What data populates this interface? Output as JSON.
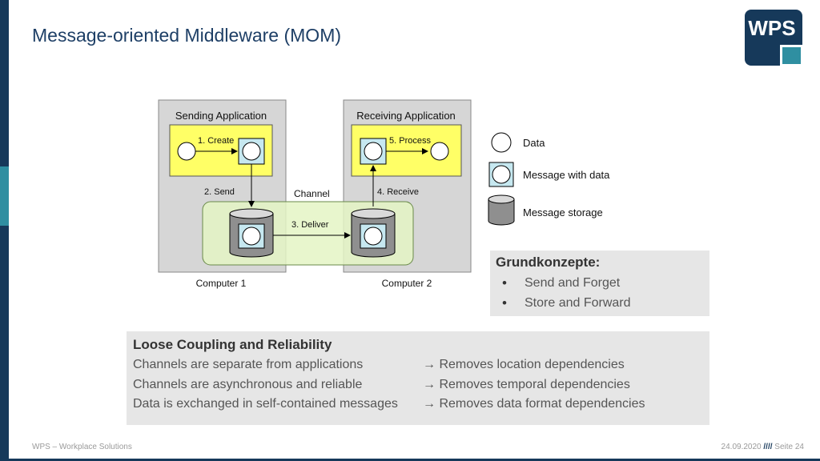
{
  "slide_title": "Message-oriented Middleware (MOM)",
  "logo_text": "WPS",
  "colors": {
    "navy": "#16395a",
    "teal": "#2f8fa1",
    "yellow": "#ffff66",
    "channel_green": "#e4f4c4",
    "light_blue": "#c6e8f0",
    "panel_grey": "#e6e6e6"
  },
  "diagram": {
    "sending_app": "Sending Application",
    "receiving_app": "Receiving Application",
    "create": "1. Create",
    "send": "2. Send",
    "channel": "Channel",
    "deliver": "3. Deliver",
    "receive": "4. Receive",
    "process": "5. Process",
    "computer1": "Computer 1",
    "computer2": "Computer 2"
  },
  "legend": {
    "data": "Data",
    "message": "Message with data",
    "storage": "Message storage"
  },
  "grundkonzepte": {
    "title": "Grundkonzepte:",
    "items": [
      "Send and Forget",
      "Store and Forward"
    ]
  },
  "loose_coupling": {
    "title": "Loose Coupling and Reliability",
    "rows": [
      {
        "left": "Channels are separate from applications",
        "right": "Removes location dependencies"
      },
      {
        "left": "Channels are asynchronous and reliable",
        "right": "Removes temporal dependencies"
      },
      {
        "left": "Data is exchanged in self-contained messages",
        "right": "Removes data format dependencies"
      }
    ],
    "arrow": "→"
  },
  "footer": {
    "left": "WPS – Workplace Solutions",
    "date": "24.09.2020",
    "separator": "////",
    "page": "Seite 24"
  }
}
